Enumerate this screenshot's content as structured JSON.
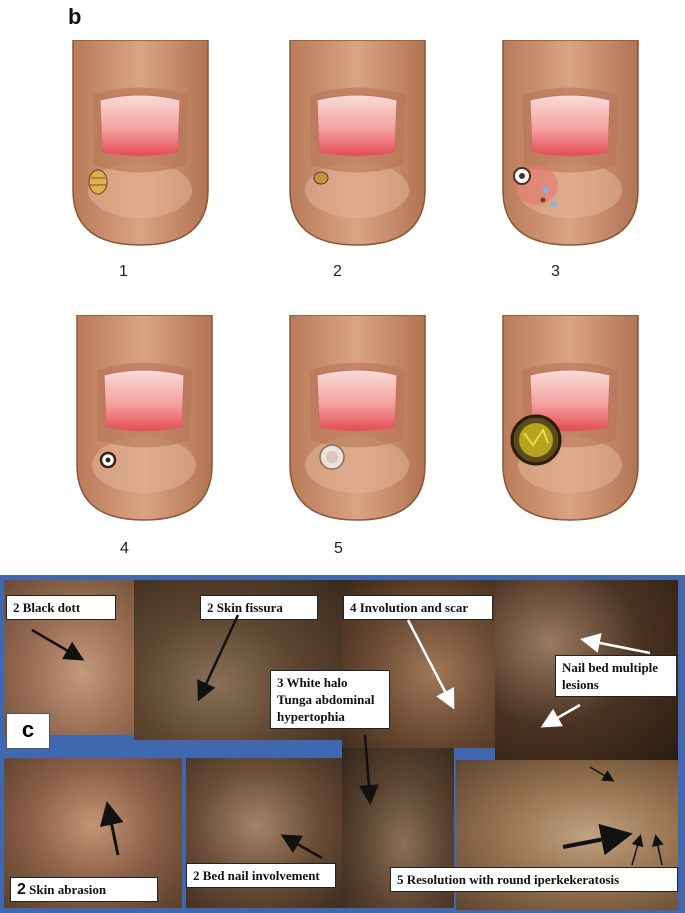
{
  "panel_b": {
    "label": "b",
    "steps": [
      "1",
      "2",
      "3",
      "4",
      "5",
      ""
    ]
  },
  "panel_c": {
    "label": "c",
    "captions": {
      "black_dott": "2 Black dott",
      "skin_fissura": "2 Skin fissura",
      "involution": "4 Involution  and scar",
      "nail_bed_multiple": "Nail bed multiple  lesions",
      "white_halo": "3 White halo Tunga abdominal hypertophia",
      "skin_abrasion_num": "2",
      "skin_abrasion_text": " Skin abrasion",
      "bed_nail": "2 Bed nail involvement",
      "resolution": "5 Resolution with round iperkekeratosis"
    }
  },
  "colors": {
    "skin": "#c8906d",
    "skin_dark": "#a86f50",
    "nail_red": "#e8545a",
    "nail_pale": "#f8e1de",
    "border_blue": "#3f68b0"
  }
}
